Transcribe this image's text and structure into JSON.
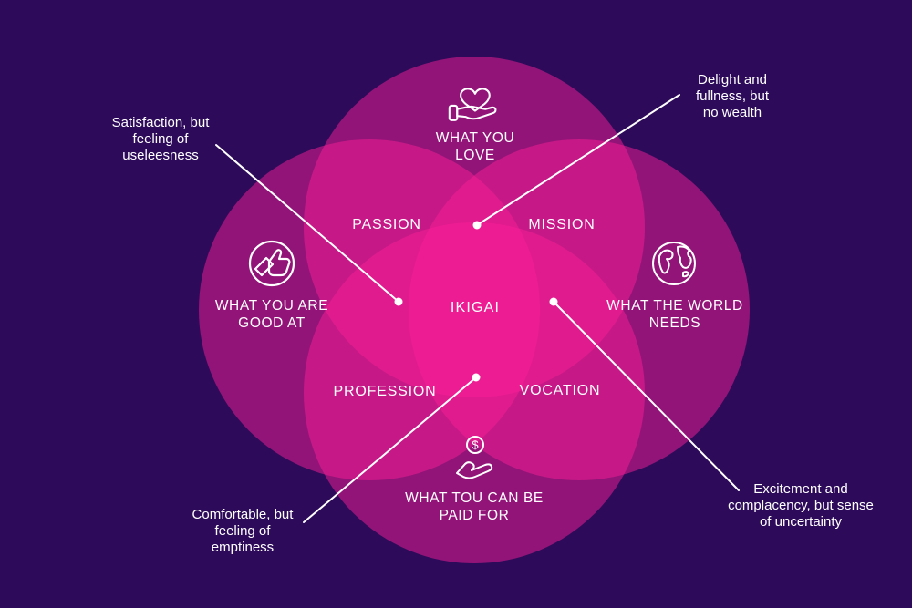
{
  "colors": {
    "background": "#2d0b5a",
    "circle_fill": "#fa1e96",
    "circle_opacity": "0.5",
    "center_overlap": "#ee2490",
    "text": "#ffffff",
    "line": "#ffffff"
  },
  "circles": [
    {
      "name": "what-you-love",
      "icon": "heart-hand-icon",
      "lines": [
        "WHAT YOU",
        "LOVE"
      ]
    },
    {
      "name": "what-you-are-good-at",
      "icon": "thumbs-up-icon",
      "lines": [
        "WHAT YOU ARE",
        "GOOD AT"
      ]
    },
    {
      "name": "what-the-world-needs",
      "icon": "globe-icon",
      "lines": [
        "WHAT THE WORLD",
        "NEEDS"
      ]
    },
    {
      "name": "what-you-can-be-paid-for",
      "icon": "money-hand-icon",
      "lines": [
        "WHAT TOU CAN BE",
        "PAID FOR"
      ]
    }
  ],
  "regions": {
    "passion": "PASSION",
    "mission": "MISSION",
    "profession": "PROFESSION",
    "vocation": "VOCATION",
    "ikigai": "IKIGAI"
  },
  "annotations": {
    "top_left": {
      "lines": [
        "Satisfaction, but",
        "feeling of",
        "useleesness"
      ]
    },
    "top_right": {
      "lines": [
        "Delight and",
        "fullness, but",
        "no wealth"
      ]
    },
    "bottom_left": {
      "lines": [
        "Comfortable, but",
        "feeling of",
        "emptiness"
      ]
    },
    "bottom_right": {
      "lines": [
        "Excitement and",
        "complacency, but sense",
        "of uncertainty"
      ]
    }
  },
  "icons": {
    "dollar_symbol": "$"
  }
}
